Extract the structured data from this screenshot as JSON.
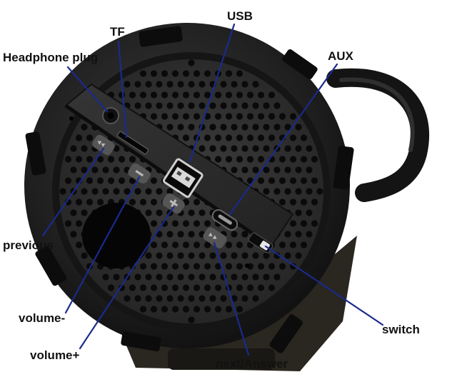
{
  "labels": {
    "usb": "USB",
    "tf": "TF",
    "headphone_plug": "Headphone plug",
    "aux": "AUX",
    "previous": "previous",
    "volume_minus": "volume-",
    "volume_plus": "volume+",
    "switch": "switch",
    "next_answer": "next/Answer"
  },
  "colors": {
    "leader_line": "#1a2a8c",
    "body": "#1c1c1c",
    "panel": "#2a2a2a",
    "grille_hole": "#0a0a0a",
    "handle": "#141414"
  },
  "icons": {
    "usb_port": "usb-port-icon",
    "tf_slot": "tf-card-slot-icon",
    "headphone_jack": "headphone-jack-icon",
    "aux_port": "usb-c-port-icon",
    "switch": "slide-switch-icon"
  }
}
